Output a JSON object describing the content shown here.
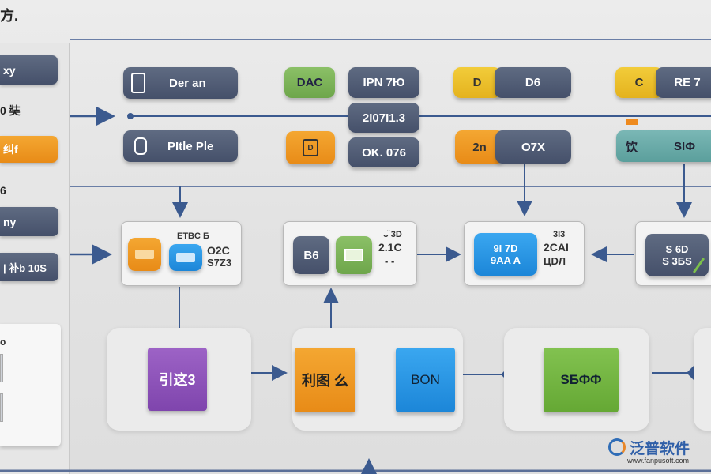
{
  "header": {
    "title": "方."
  },
  "sidebar": {
    "items": [
      {
        "label": "xy",
        "style": "navy"
      },
      {
        "label": "0 奘",
        "style": "text"
      },
      {
        "label": "纠f",
        "style": "orange"
      },
      {
        "label": "6",
        "style": "text"
      },
      {
        "label": "ny",
        "style": "navy"
      },
      {
        "label": "| 补b 10S",
        "style": "navy"
      },
      {
        "label": "o",
        "style": "text"
      }
    ]
  },
  "row1": {
    "der_an": "Der an",
    "dac": "DAC",
    "ipn": "IPN 7Ю",
    "yellow_a": "D",
    "d6": "D6",
    "yellow_b": "C",
    "re7": "RE 7"
  },
  "row2": {
    "pitle": "PItle Ple",
    "center_top": "2I07I1.3",
    "orange_icon": "D",
    "ok076": "OK. 076",
    "zn": "2n",
    "o7x": "O7X",
    "teal_a": "饮",
    "teal_b": "SIФ"
  },
  "row3": {
    "card1": {
      "l1": "ETBC Б",
      "l2": "O2C",
      "l3": "S7Z3"
    },
    "card2": {
      "btn": "B6",
      "l1": "ᴗ̈ 3D",
      "l2": "2.1C",
      "l3": "- -"
    },
    "card3": {
      "btn_top": "9I 7D",
      "btn_bot": "9AA A",
      "l1": "3I3",
      "l2": "2СAI",
      "l3": "ЦDЛ"
    },
    "card4": {
      "btn_top": "S 6D",
      "btn_bot": "S 3БS"
    }
  },
  "row4": {
    "purple": "引这3",
    "orange": "利图 么",
    "blue": "BON",
    "green": "SБФФ"
  },
  "watermark": {
    "brand": "泛普软件",
    "url": "www.fanpusoft.com"
  },
  "colors": {
    "navy": "#4f5a74",
    "yellow": "#ecc12c",
    "orange": "#ee9a22",
    "green": "#7cb45a",
    "teal": "#68aaa7",
    "blue": "#2a97e4",
    "purple": "#8d52b8",
    "lime": "#73b540",
    "arrow": "#3b5a8f"
  }
}
